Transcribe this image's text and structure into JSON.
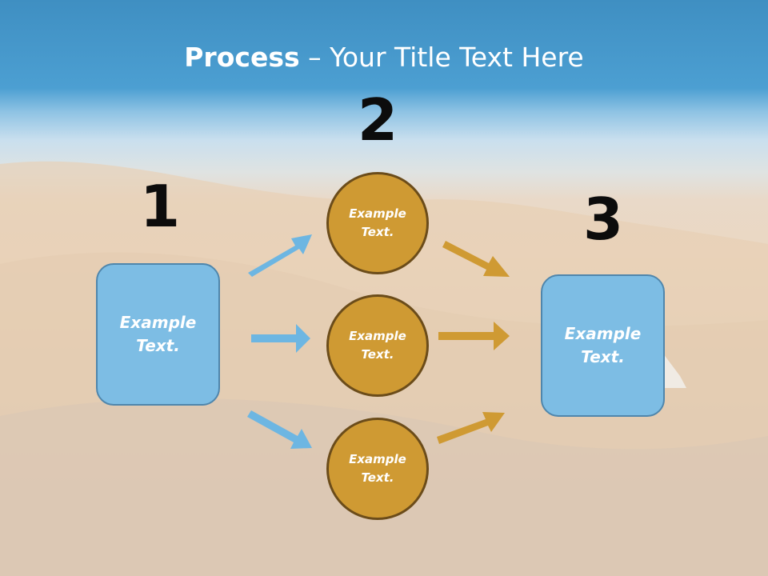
{
  "title": {
    "bold": "Process",
    "rest": " – Your Title Text Here"
  },
  "steps": [
    {
      "number": "1",
      "text": "Example Text."
    },
    {
      "number": "2",
      "items": [
        "Example Text.",
        "Example Text.",
        "Example Text."
      ]
    },
    {
      "number": "3",
      "text": "Example Text."
    }
  ],
  "colors": {
    "box_fill": "#7dbde4",
    "circle_fill": "#cf9a33",
    "blue_arrow": "#6db6e2",
    "gold_arrow": "#cf9a33"
  }
}
